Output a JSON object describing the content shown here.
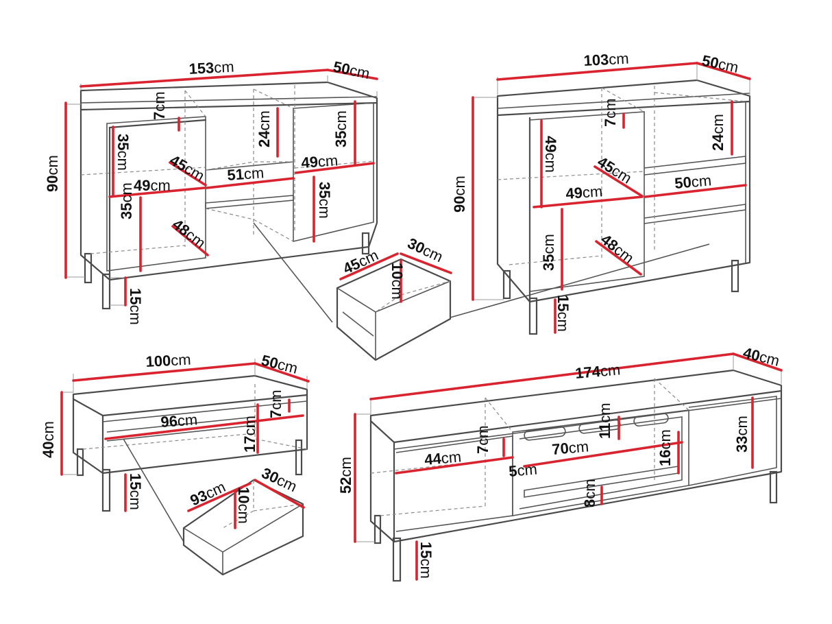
{
  "units": "cm",
  "products": [
    {
      "id": "sideboard_153",
      "dimensions": {
        "width": "153",
        "depth": "50",
        "height": "90",
        "leg": "15",
        "left_top_compartment_height": "7",
        "left_shelf_height": "35",
        "left_shelf_width": "49",
        "left_shelf_depth": "45",
        "left_bottom_height": "35",
        "left_bottom_depth": "48",
        "center_shelf_width": "51",
        "center_top_height": "24",
        "right_top_height": "35",
        "right_shelf_width": "49",
        "right_bottom_height": "35"
      }
    },
    {
      "id": "drawer_45",
      "dimensions": {
        "width": "45",
        "depth": "30",
        "height": "10"
      }
    },
    {
      "id": "sideboard_103",
      "dimensions": {
        "width": "103",
        "depth": "50",
        "height": "90",
        "leg": "15",
        "top_height": "7",
        "left_shelf_height": "49",
        "left_shelf_depth": "45",
        "left_shelf_width": "49",
        "left_bottom_height": "35",
        "left_bottom_depth": "48",
        "right_top_height": "24",
        "right_shelf_width": "50"
      }
    },
    {
      "id": "coffee_table_100",
      "dimensions": {
        "width": "100",
        "depth": "50",
        "height": "40",
        "leg": "15",
        "top_height": "7",
        "inner_width": "96",
        "inner_height": "17"
      }
    },
    {
      "id": "drawer_93",
      "dimensions": {
        "width": "93",
        "depth": "30",
        "height": "10"
      }
    },
    {
      "id": "tv_stand_174",
      "dimensions": {
        "width": "174",
        "depth": "40",
        "height": "52",
        "leg": "15",
        "left_top_height": "7",
        "left_shelf_width": "44",
        "center_width": "70",
        "center_top_height": "11",
        "center_side_height": "16",
        "center_gap": "5",
        "center_bottom_height": "8",
        "right_height": "33"
      }
    }
  ],
  "labels": {
    "s153_width": [
      "153",
      "cm"
    ],
    "s153_depth": [
      "50",
      "cm"
    ],
    "s153_height": [
      "90",
      "cm"
    ],
    "s153_leg": [
      "15",
      "cm"
    ],
    "s153_l7": [
      "7",
      "cm"
    ],
    "s153_l35a": [
      "35",
      "cm"
    ],
    "s153_l49": [
      "49",
      "cm"
    ],
    "s153_l45": [
      "45",
      "cm"
    ],
    "s153_l35b": [
      "35",
      "cm"
    ],
    "s153_l48": [
      "48",
      "cm"
    ],
    "s153_c51": [
      "51",
      "cm"
    ],
    "s153_c24": [
      "24",
      "cm"
    ],
    "s153_r35a": [
      "35",
      "cm"
    ],
    "s153_r49": [
      "49",
      "cm"
    ],
    "s153_r35b": [
      "35",
      "cm"
    ],
    "d45_w": [
      "45",
      "cm"
    ],
    "d45_d": [
      "30",
      "cm"
    ],
    "d45_h": [
      "10",
      "cm"
    ],
    "s103_width": [
      "103",
      "cm"
    ],
    "s103_depth": [
      "50",
      "cm"
    ],
    "s103_height": [
      "90",
      "cm"
    ],
    "s103_leg": [
      "15",
      "cm"
    ],
    "s103_t7": [
      "7",
      "cm"
    ],
    "s103_l49v": [
      "49",
      "cm"
    ],
    "s103_l45": [
      "45",
      "cm"
    ],
    "s103_l49h": [
      "49",
      "cm"
    ],
    "s103_l35": [
      "35",
      "cm"
    ],
    "s103_l48": [
      "48",
      "cm"
    ],
    "s103_r24": [
      "24",
      "cm"
    ],
    "s103_r50": [
      "50",
      "cm"
    ],
    "ct_width": [
      "100",
      "cm"
    ],
    "ct_depth": [
      "50",
      "cm"
    ],
    "ct_height": [
      "40",
      "cm"
    ],
    "ct_leg": [
      "15",
      "cm"
    ],
    "ct_t7": [
      "7",
      "cm"
    ],
    "ct_w96": [
      "96",
      "cm"
    ],
    "ct_h17": [
      "17",
      "cm"
    ],
    "d93_w": [
      "93",
      "cm"
    ],
    "d93_d": [
      "30",
      "cm"
    ],
    "d93_h": [
      "10",
      "cm"
    ],
    "tv_width": [
      "174",
      "cm"
    ],
    "tv_depth": [
      "40",
      "cm"
    ],
    "tv_height": [
      "52",
      "cm"
    ],
    "tv_leg": [
      "15",
      "cm"
    ],
    "tv_l7": [
      "7",
      "cm"
    ],
    "tv_l44": [
      "44",
      "cm"
    ],
    "tv_c70": [
      "70",
      "cm"
    ],
    "tv_c11": [
      "11",
      "cm"
    ],
    "tv_c16": [
      "16",
      "cm"
    ],
    "tv_c5": [
      "5",
      "cm"
    ],
    "tv_c8": [
      "8",
      "cm"
    ],
    "tv_r33": [
      "33",
      "cm"
    ]
  },
  "colors": {
    "dimension_line": "#d9232e",
    "outline": "#4a4a4a",
    "background": "#ffffff"
  }
}
